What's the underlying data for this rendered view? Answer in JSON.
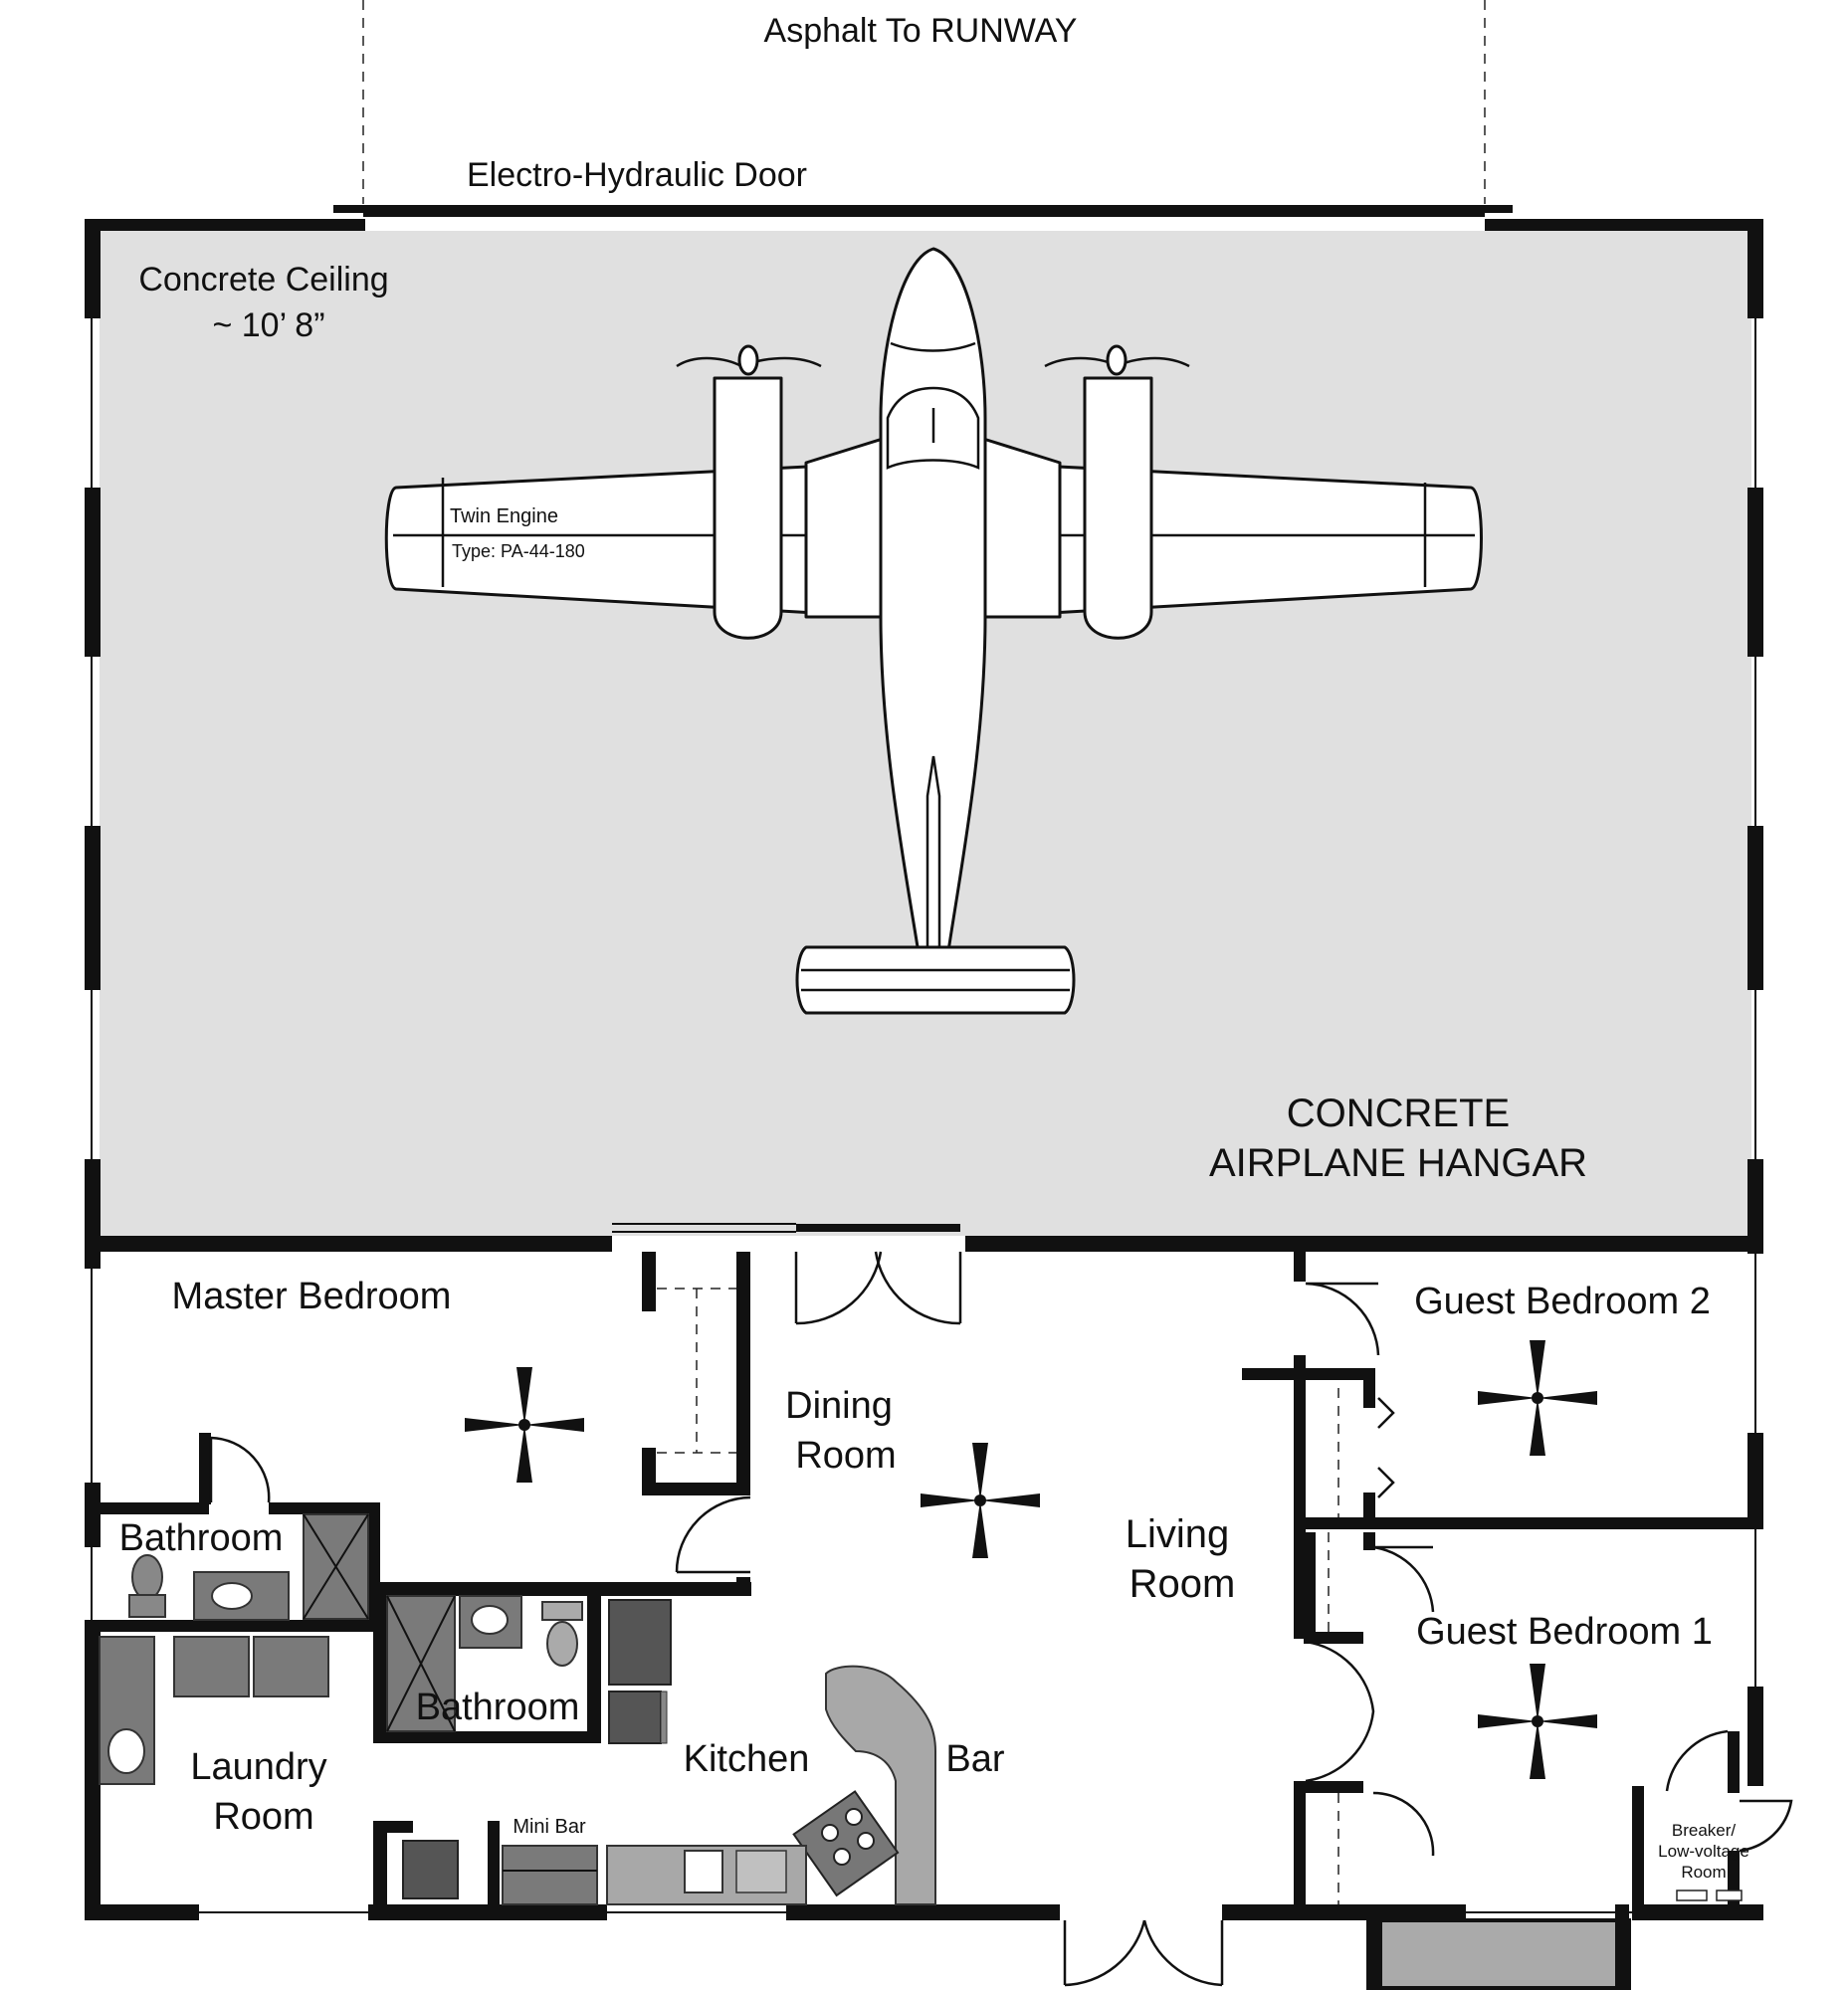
{
  "labels": {
    "runway": "Asphalt To RUNWAY",
    "door": "Electro-Hydraulic Door",
    "ceiling_line1": "Concrete Ceiling",
    "ceiling_line2": "~ 10’ 8”",
    "plane_line1": "Twin Engine",
    "plane_line2": "Type: PA-44-180",
    "hangar_line1": "CONCRETE",
    "hangar_line2": "AIRPLANE HANGAR",
    "master_bedroom": "Master Bedroom",
    "dining_line1": "Dining",
    "dining_line2": "Room",
    "living_line1": "Living",
    "living_line2": "Room",
    "guest_bedroom_2": "Guest Bedroom 2",
    "guest_bedroom_1": "Guest Bedroom 1",
    "bathroom_master": "Bathroom",
    "bathroom_hall": "Bathroom",
    "laundry_line1": "Laundry",
    "laundry_line2": "Room",
    "kitchen": "Kitchen",
    "bar": "Bar",
    "mini_bar": "Mini Bar",
    "breaker_line1": "Breaker/",
    "breaker_line2": "Low-voltage",
    "breaker_line3": "Room"
  },
  "colors": {
    "hangar_floor": "#e0e0e0",
    "walls": "#111111",
    "fixtures": "#7a7a7a",
    "counters": "#a8a8a8"
  },
  "icons": [
    "ceiling-fan-icon",
    "toilet-icon",
    "sink-icon",
    "stove-icon",
    "airplane-icon"
  ]
}
